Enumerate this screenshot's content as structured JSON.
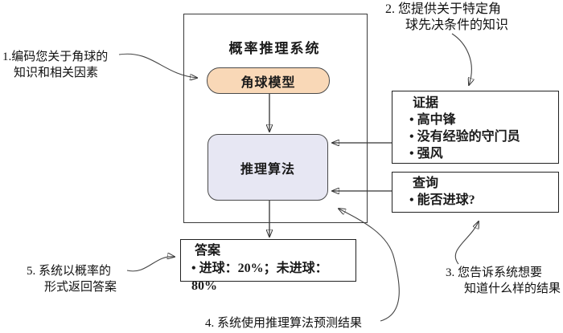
{
  "system": {
    "title": "概率推理系统",
    "model_label": "角球模型",
    "algorithm_label": "推理算法"
  },
  "evidence": {
    "title": "证据",
    "items": [
      "• 高中锋",
      "• 没有经验的守门员",
      "• 强风"
    ]
  },
  "query": {
    "title": "查询",
    "items": [
      "• 能否进球?"
    ]
  },
  "answer": {
    "title": "答案",
    "items": [
      "• 进球：20%；未进球：80%"
    ]
  },
  "annotations": {
    "a1": {
      "lines": [
        "1.编码您关于角球的",
        "知识和相关因素"
      ]
    },
    "a2": {
      "lines": [
        "2. 您提供关于特定角",
        "球先决条件的知识"
      ]
    },
    "a3": {
      "lines": [
        "3. 您告诉系统想要",
        "知道什么样的结果"
      ]
    },
    "a4": {
      "lines": [
        "4. 系统使用推理算法预测结果"
      ]
    },
    "a5": {
      "lines": [
        "5. 系统以概率的",
        "形式返回答案"
      ]
    }
  },
  "colors": {
    "model_fill": "#F9D8B7",
    "algorithm_fill": "#E7E7F3",
    "line": "#333333",
    "border": "#3A3A3A"
  }
}
